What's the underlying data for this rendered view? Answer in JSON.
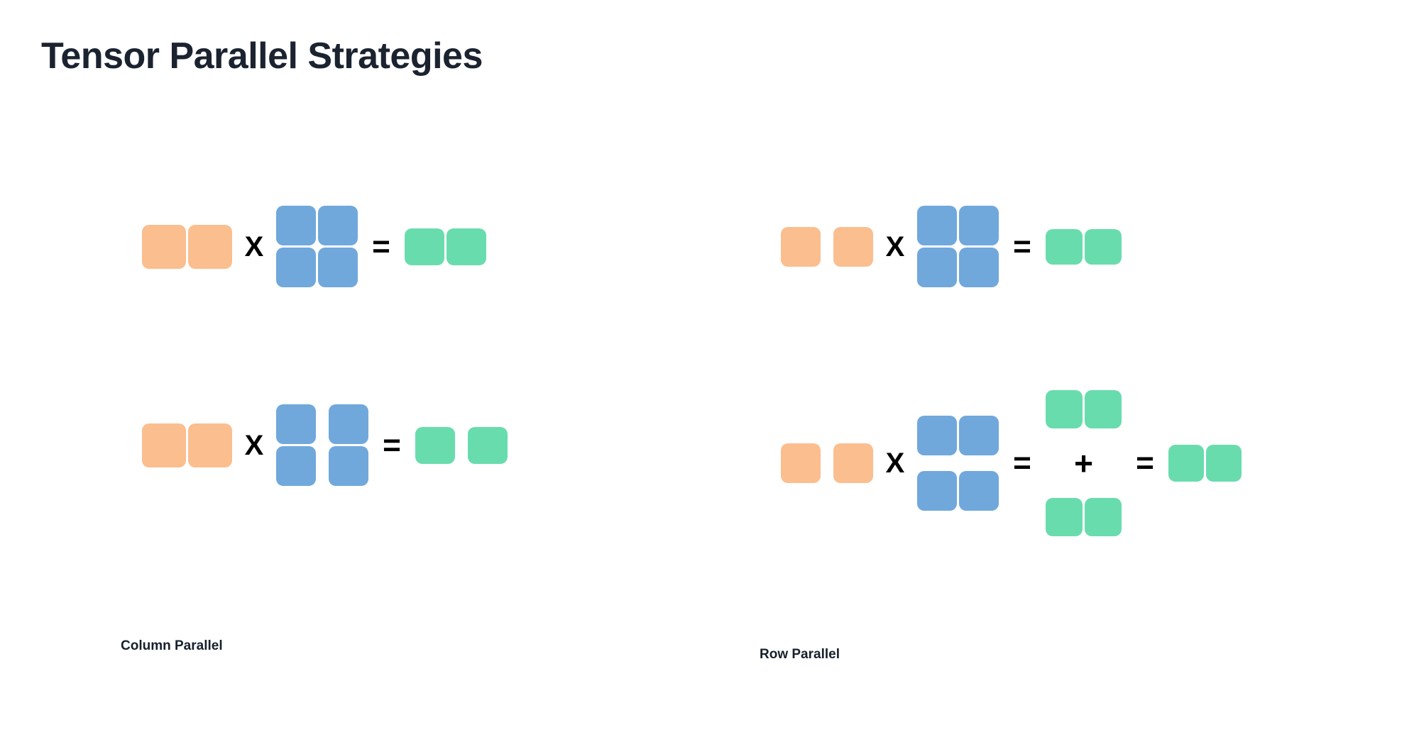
{
  "page": {
    "title": "Tensor Parallel Strategies",
    "background": "#ffffff"
  },
  "colors": {
    "input_orange": "#fbbe8f",
    "weight_blue": "#70a8dc",
    "output_green": "#69dcae",
    "title_text": "#1b2330",
    "caption_text": "#16202c",
    "operator_text": "#000000"
  },
  "operators": {
    "multiply": "X",
    "equals": "=",
    "plus": "+"
  },
  "panels": [
    {
      "id": "column-parallel",
      "caption": "Column Parallel",
      "rows": [
        {
          "id": "unsharded",
          "description": "Full matrix multiplication before sharding",
          "terms": [
            {
              "kind": "matrix",
              "color": "input_orange",
              "rows": 1,
              "cols": 2,
              "split": "none"
            },
            {
              "kind": "operator",
              "symbol": "X"
            },
            {
              "kind": "matrix",
              "color": "weight_blue",
              "rows": 2,
              "cols": 2,
              "split": "none"
            },
            {
              "kind": "operator",
              "symbol": "="
            },
            {
              "kind": "matrix",
              "color": "output_green",
              "rows": 1,
              "cols": 2,
              "split": "none"
            }
          ]
        },
        {
          "id": "sharded",
          "description": "Weight matrix split along columns; output split along columns",
          "terms": [
            {
              "kind": "matrix",
              "color": "input_orange",
              "rows": 1,
              "cols": 2,
              "split": "none"
            },
            {
              "kind": "operator",
              "symbol": "X"
            },
            {
              "kind": "matrix",
              "color": "weight_blue",
              "rows": 2,
              "cols": 2,
              "split": "by-column"
            },
            {
              "kind": "operator",
              "symbol": "="
            },
            {
              "kind": "matrix",
              "color": "output_green",
              "rows": 1,
              "cols": 2,
              "split": "by-column"
            }
          ]
        }
      ]
    },
    {
      "id": "row-parallel",
      "caption": "Row Parallel",
      "rows": [
        {
          "id": "unsharded",
          "description": "Full matrix multiplication before sharding",
          "terms": [
            {
              "kind": "matrix",
              "color": "input_orange",
              "rows": 1,
              "cols": 2,
              "split": "by-column"
            },
            {
              "kind": "operator",
              "symbol": "X"
            },
            {
              "kind": "matrix",
              "color": "weight_blue",
              "rows": 2,
              "cols": 2,
              "split": "none"
            },
            {
              "kind": "operator",
              "symbol": "="
            },
            {
              "kind": "matrix",
              "color": "output_green",
              "rows": 1,
              "cols": 2,
              "split": "none"
            }
          ]
        },
        {
          "id": "sharded",
          "description": "Weight matrix split along rows; partial outputs summed to produce final output",
          "terms": [
            {
              "kind": "matrix",
              "color": "input_orange",
              "rows": 1,
              "cols": 2,
              "split": "by-column"
            },
            {
              "kind": "operator",
              "symbol": "X"
            },
            {
              "kind": "matrix",
              "color": "weight_blue",
              "rows": 2,
              "cols": 2,
              "split": "by-row"
            },
            {
              "kind": "operator",
              "symbol": "="
            },
            {
              "kind": "partial-sum",
              "color": "output_green",
              "parts": 2,
              "rows": 1,
              "cols": 2,
              "joiner": "+"
            },
            {
              "kind": "operator",
              "symbol": "="
            },
            {
              "kind": "matrix",
              "color": "output_green",
              "rows": 1,
              "cols": 2,
              "split": "none"
            }
          ]
        }
      ]
    }
  ]
}
